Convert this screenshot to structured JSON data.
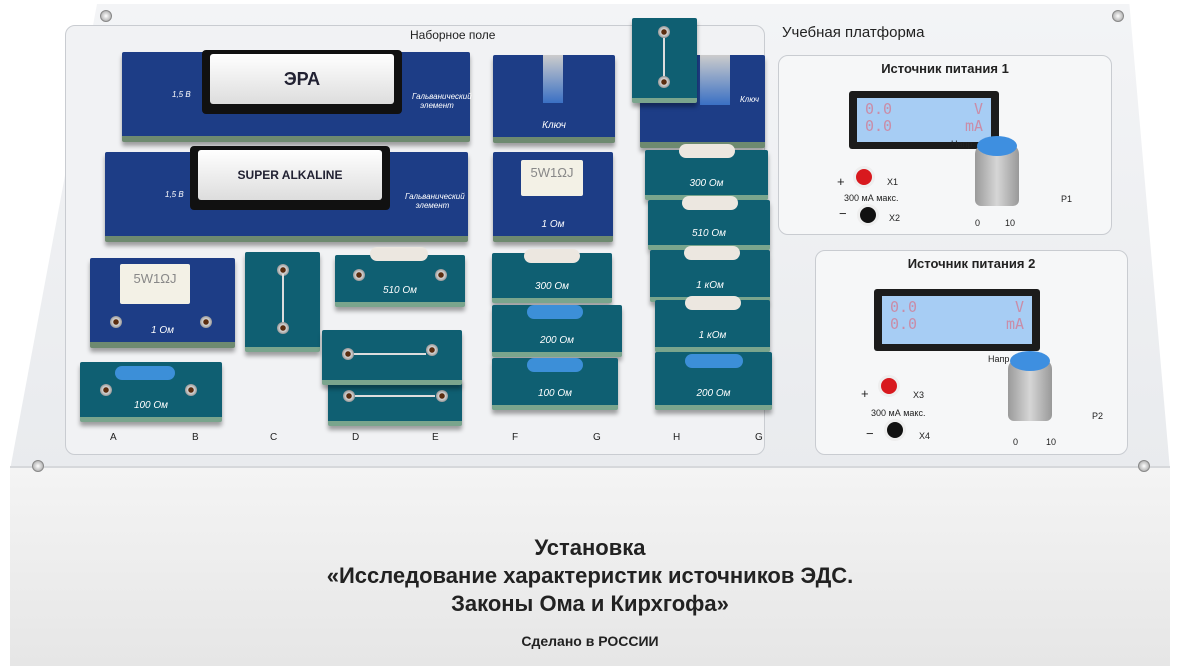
{
  "board": {
    "title": "Наборное поле",
    "columns": [
      "A",
      "B",
      "C",
      "D",
      "E",
      "F",
      "G",
      "H",
      "G"
    ]
  },
  "platform_title": "Учебная платформа",
  "modules": {
    "battery": {
      "voltage": "1,5 В",
      "label": "Гальванический элемент",
      "brand": "ЭРА",
      "type": "SUPER ALKALINE"
    },
    "switch": "Ключ",
    "ceramic": "5W1ΩJ",
    "r1": "1 Ом",
    "r100": "100 Ом",
    "r510": "510 Ом",
    "r300": "300 Ом",
    "r200": "200 Ом",
    "r1k": "1 кОм"
  },
  "power_supplies": [
    {
      "title": "Источник питания 1",
      "voltage": "0.0",
      "voltage_unit": "V",
      "current": "0.0",
      "current_unit": "mA",
      "plus": "+",
      "minus": "−",
      "jack_plus": "X1",
      "jack_minus": "X2",
      "max": "300 мА макс.",
      "knob_label": "Напр",
      "pot": "P1",
      "min_scale": "0",
      "max_scale": "10"
    },
    {
      "title": "Источник питания 2",
      "voltage": "0.0",
      "voltage_unit": "V",
      "current": "0.0",
      "current_unit": "mA",
      "plus": "+",
      "minus": "−",
      "jack_plus": "X3",
      "jack_minus": "X4",
      "max": "300 мА макс.",
      "knob_label": "Напр",
      "pot": "P2",
      "min_scale": "0",
      "max_scale": "10"
    }
  ],
  "front": {
    "line1": "Установка",
    "line2": "«Исследование характеристик источников ЭДС.",
    "line3": "Законы Ома и Кирхгофа»",
    "made_in": "Сделано в РОССИИ"
  }
}
